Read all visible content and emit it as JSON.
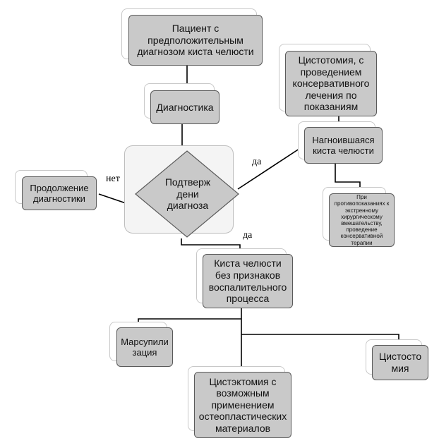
{
  "nodes": {
    "patient": "Пациент с предположительным диагнозом киста челюсти",
    "diagnostics": "Диагностика",
    "decision": "Подтверж дени диагноза",
    "continue_diag": "Продолжение диагностики",
    "cystotomy_conservative": "Цистотомия, с проведением консервативного лечения по показаниям",
    "suppurated_cyst": "Нагноившаяся киста челюсти",
    "contraindications": "При противопоказаниях к экстренному хирургическому вмешательству, проведение консервативной терапии",
    "no_inflammation": "Киста челюсти без признаков воспалительного процесса",
    "marsupialization": "Марсупили зация",
    "cystostomy": "Цистосто мия",
    "cystectomy": "Цистэктомия с возможным применением остеопластических материалов"
  },
  "edge_labels": {
    "no": "нет",
    "yes_upper": "да",
    "yes_lower": "да"
  }
}
